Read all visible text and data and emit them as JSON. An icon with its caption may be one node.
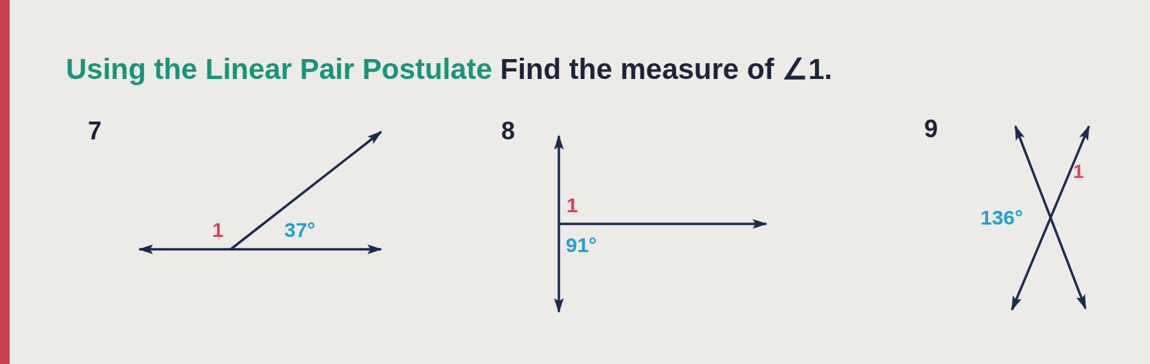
{
  "diagram": {
    "title": "**Using the Linear Pair Postulate** Find the measure of ∠1.",
    "labels": [
      "7",
      "1",
      "37°",
      "8",
      "1",
      "91°",
      "9",
      "1",
      "136°"
    ]
  }
}
